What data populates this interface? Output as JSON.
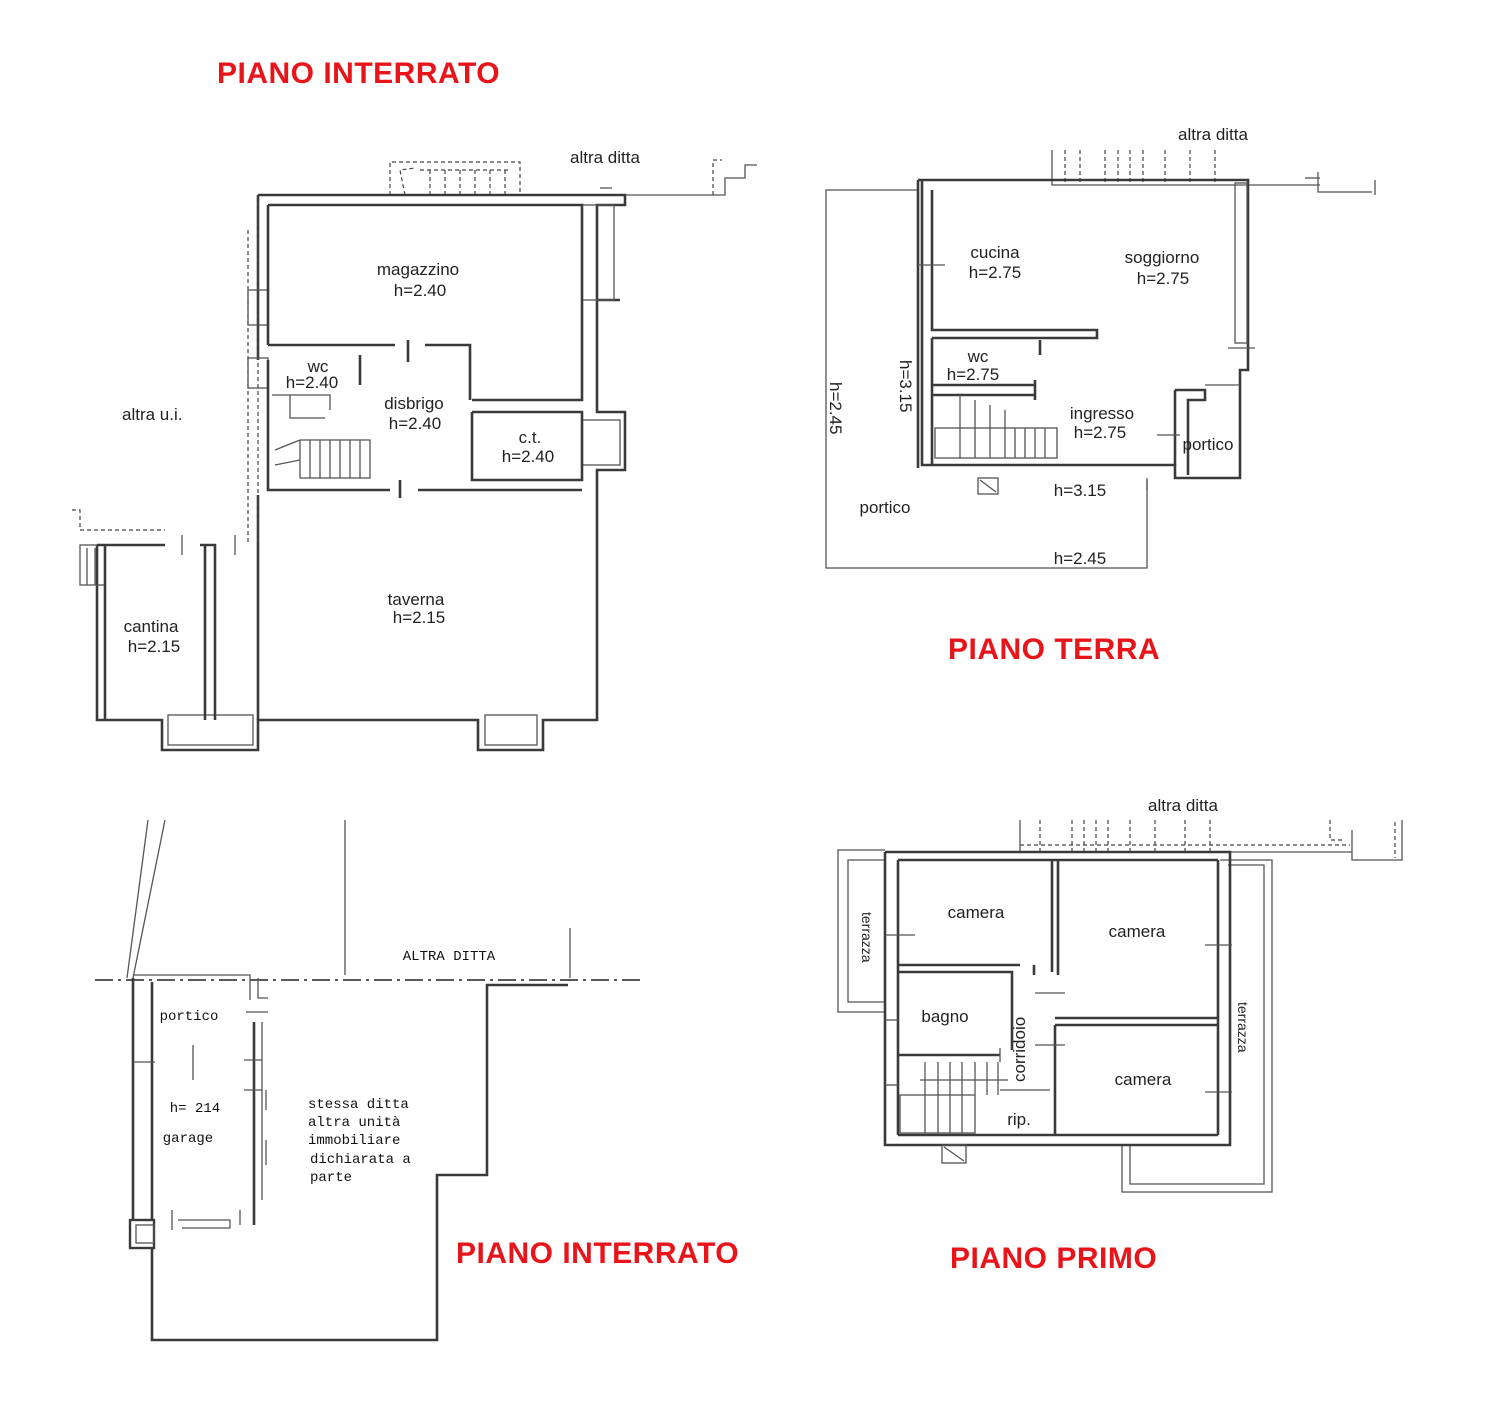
{
  "titles": {
    "basement": "PIANO INTERRATO",
    "ground": "PIANO TERRA",
    "basement_garage": "PIANO INTERRATO",
    "first": "PIANO PRIMO"
  },
  "colors": {
    "title": "#e8141a",
    "wall": "#3a3a3a"
  },
  "basement": {
    "neighbor_top": "altra ditta",
    "neighbor_left": "altra u.i.",
    "magazzino": {
      "name": "magazzino",
      "h": "h=2.40"
    },
    "wc": {
      "name": "wc",
      "h": "h=2.40"
    },
    "disbrigo": {
      "name": "disbrigo",
      "h": "h=2.40"
    },
    "ct": {
      "name": "c.t.",
      "h": "h=2.40"
    },
    "taverna": {
      "name": "taverna",
      "h": "h=2.15"
    },
    "cantina": {
      "name": "cantina",
      "h": "h=2.15"
    }
  },
  "ground": {
    "neighbor_top": "altra ditta",
    "cucina": {
      "name": "cucina",
      "h": "h=2.75"
    },
    "soggiorno": {
      "name": "soggiorno",
      "h": "h=2.75"
    },
    "wc": {
      "name": "wc",
      "h": "h=2.75"
    },
    "ingresso": {
      "name": "ingresso",
      "h": "h=2.75"
    },
    "portico_small": "portico",
    "portico_large": "portico",
    "h_left_outer": "h=2.45",
    "h_left_inner": "h=3.15",
    "h_bottom_inner": "h=3.15",
    "h_bottom_outer": "h=2.45"
  },
  "garage": {
    "neighbor_top": "ALTRA  DITTA",
    "portico": "portico",
    "h": "h= 214",
    "garage": "garage",
    "note": [
      "stessa  ditta",
      "altra  unità",
      "immobiliare",
      "dichiarata  a",
      "parte"
    ]
  },
  "first": {
    "neighbor_top": "altra ditta",
    "camera_tl": "camera",
    "camera_tr": "camera",
    "camera_br": "camera",
    "bagno": "bagno",
    "corridoio": "corridoio",
    "rip": "rip.",
    "terrazza_left": "terrazza",
    "terrazza_right": "terrazza"
  }
}
